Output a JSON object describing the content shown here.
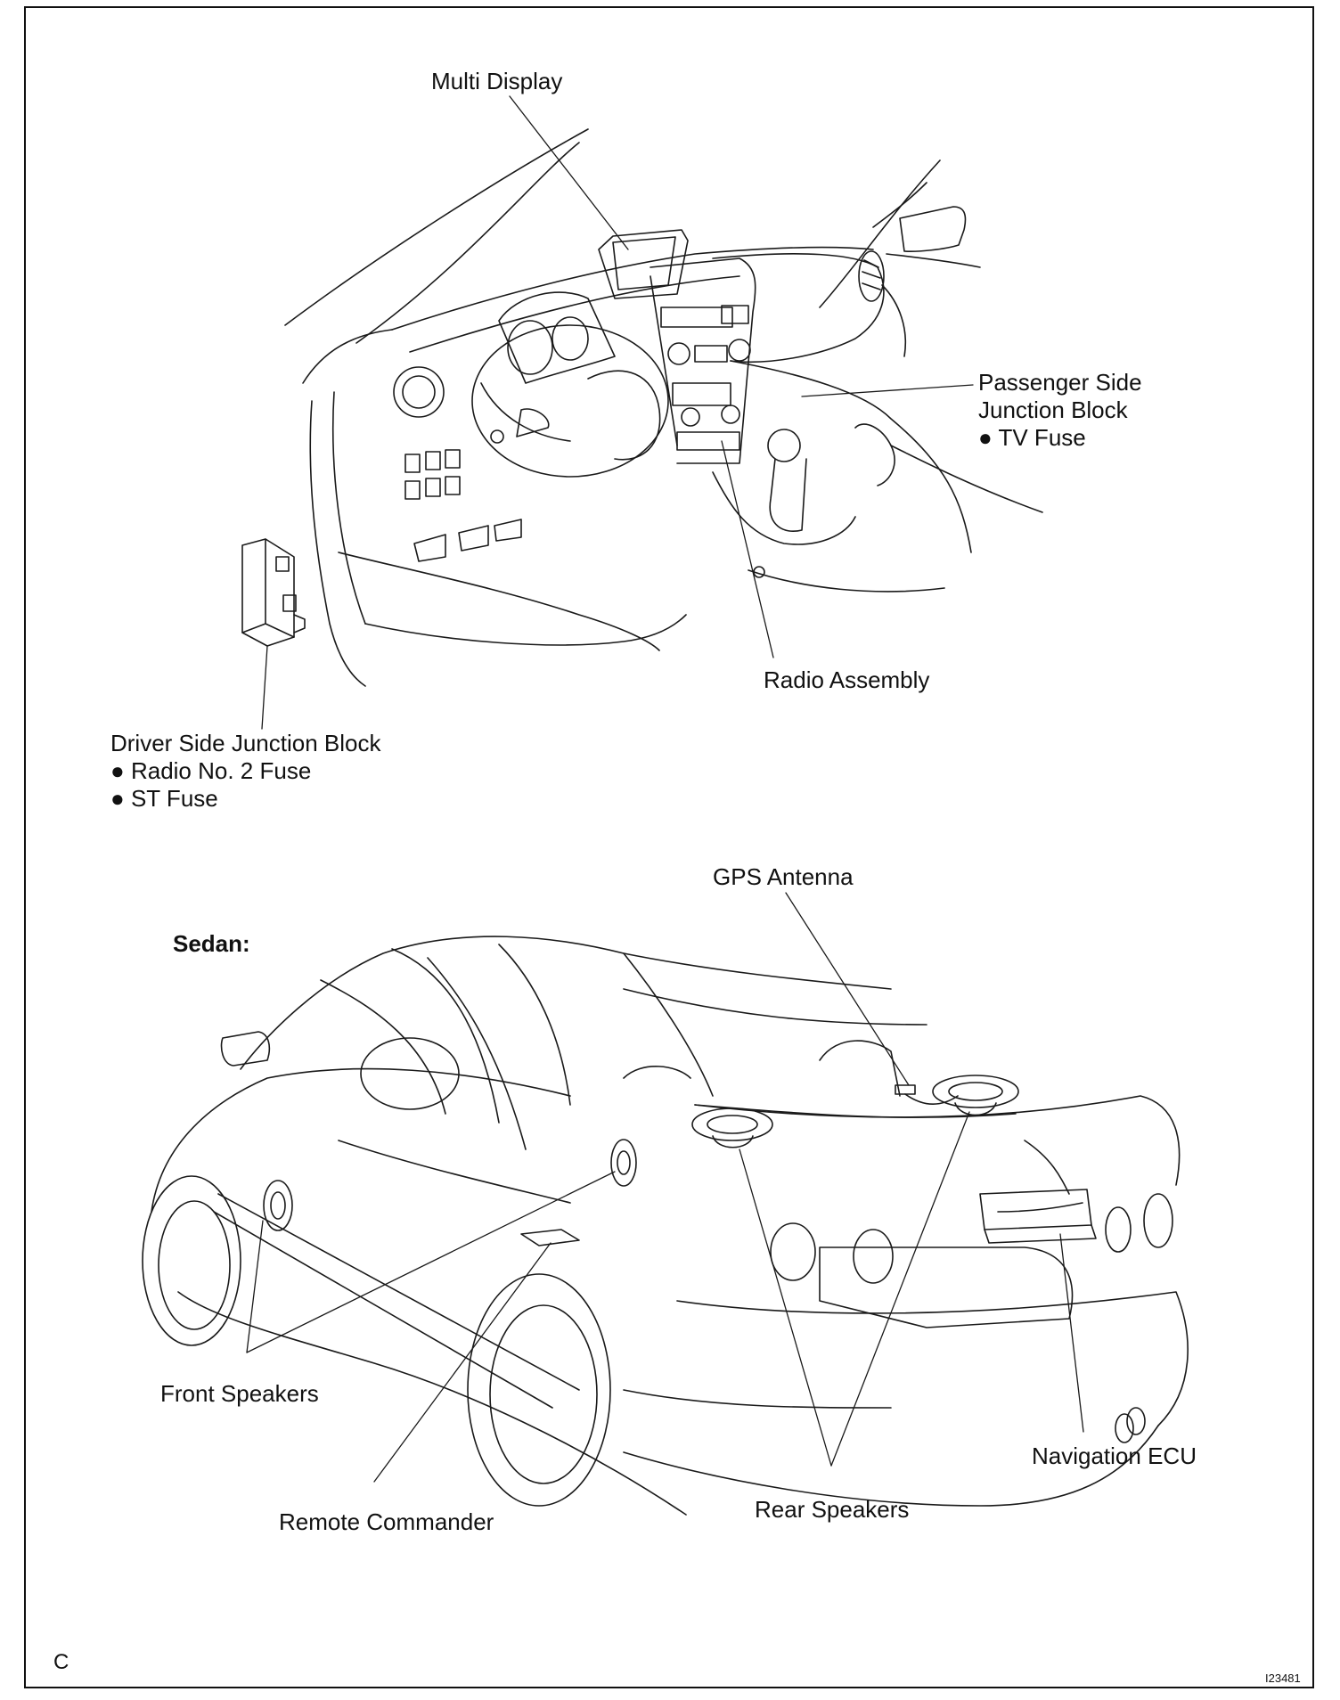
{
  "labels": {
    "multi_display": "Multi Display",
    "passenger_jb": [
      "Passenger Side",
      "Junction Block",
      "TV Fuse"
    ],
    "radio_assembly": "Radio Assembly",
    "driver_jb": [
      "Driver Side Junction Block",
      "Radio No. 2 Fuse",
      "ST Fuse"
    ],
    "gps_antenna": "GPS Antenna",
    "sedan": "Sedan:",
    "front_speakers": "Front Speakers",
    "remote_commander": "Remote Commander",
    "rear_speakers": "Rear Speakers",
    "navigation_ecu": "Navigation ECU"
  },
  "corner_letter": "C",
  "figure_id": "I23481",
  "bullet": "●"
}
